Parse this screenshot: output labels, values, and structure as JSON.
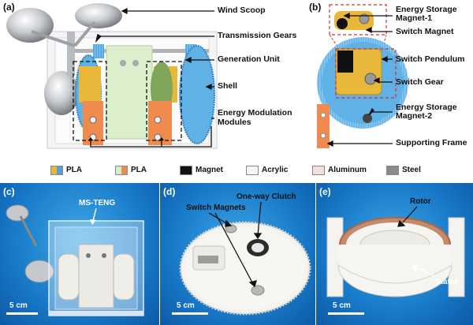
{
  "panels": {
    "a": {
      "label": "(a)",
      "callouts": [
        "Wind Scoop",
        "Transmission Gears",
        "Generation Unit",
        "Shell",
        "Energy Modulation",
        "Modules"
      ]
    },
    "b": {
      "label": "(b)",
      "callouts": [
        "Energy Storage",
        "Magnet-1",
        "Switch Magnet",
        "Switch Pendulum",
        "Switch Gear",
        "Energy Storage",
        "Magnet-2",
        "Supporting Frame"
      ]
    },
    "c": {
      "label": "(c)",
      "title": "MS-TENG",
      "scale": "5 cm"
    },
    "d": {
      "label": "(d)",
      "callouts": [
        "One-way Clutch",
        "Switch Magnets"
      ],
      "scale": "5 cm"
    },
    "e": {
      "label": "(e)",
      "callouts": [
        "Rotor",
        "Stator"
      ],
      "scale": "5 cm"
    }
  },
  "legend": [
    {
      "label": "PLA",
      "colors": [
        "#e8b838",
        "#5b9fd6"
      ]
    },
    {
      "label": "PLA",
      "colors": [
        "#d8ecc8",
        "#f08a50"
      ]
    },
    {
      "label": "Magnet",
      "colors": [
        "#111111"
      ]
    },
    {
      "label": "Acrylic",
      "colors": [
        "#f6f6f6"
      ]
    },
    {
      "label": "Aluminum",
      "colors": [
        "#f2dede"
      ]
    },
    {
      "label": "Steel",
      "colors": [
        "#8a8a8a"
      ]
    }
  ]
}
